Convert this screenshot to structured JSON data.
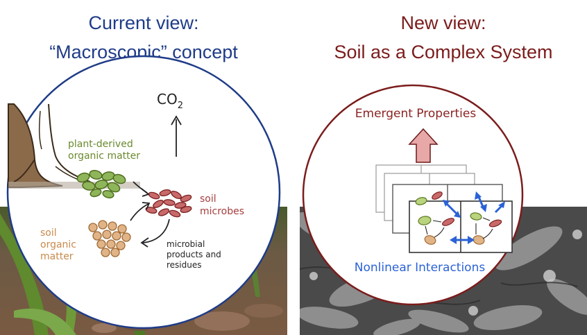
{
  "colors": {
    "left_title": "#1f3c88",
    "right_title": "#7b1c1c",
    "plant_green": "#6a8a2e",
    "microbe_red": "#a63d3d",
    "soil_orange": "#c98a4b",
    "interaction_blue": "#2b62d6",
    "emergent_red": "#8b2323"
  },
  "left": {
    "title_line1": "Current view:",
    "title_line2": "“Macroscopic” concept",
    "labels": {
      "co2": "CO",
      "co2_sub": "2",
      "plant1": "plant-derived",
      "plant2": "organic matter",
      "microbes1": "soil",
      "microbes2": "microbes",
      "som1": "soil",
      "som2": "organic",
      "som3": "matter",
      "products1": "microbial",
      "products2": "products and",
      "products3": "residues"
    }
  },
  "right": {
    "title_line1": "New view:",
    "title_line2": "Soil as a Complex System",
    "labels": {
      "emergent": "Emergent Properties",
      "nonlinear": "Nonlinear Interactions"
    }
  }
}
